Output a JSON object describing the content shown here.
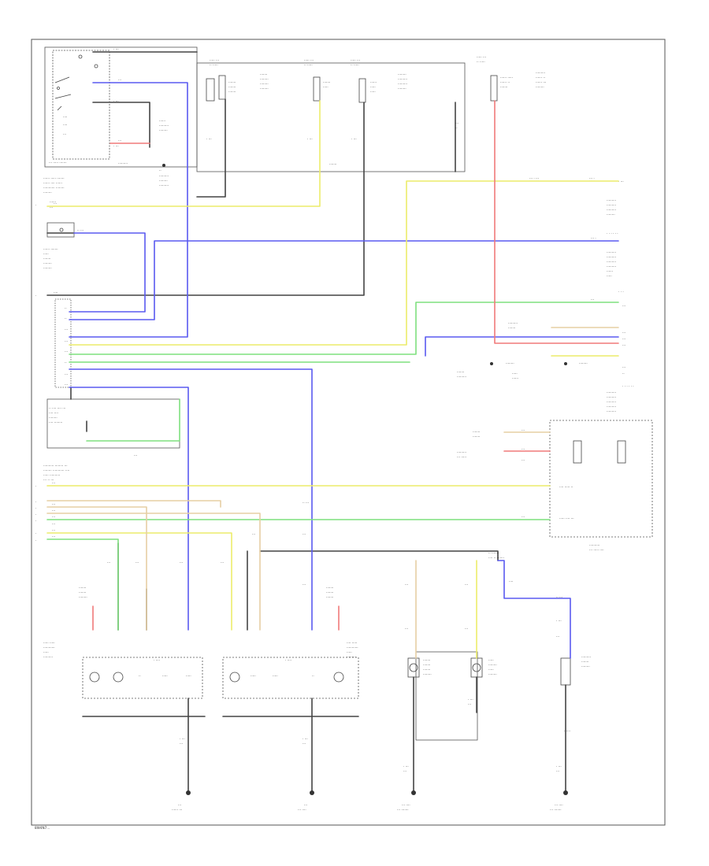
{
  "footer_code": "8W4N7...",
  "colors": {
    "blue": "#5a5af0",
    "yellow": "#ecec6a",
    "green": "#7ee07e",
    "red": "#f07a7a",
    "tan": "#e6cfa4",
    "black": "#444444"
  },
  "ground_points": [
    "ground-left",
    "ground-center-left",
    "ground-center-right",
    "ground-right"
  ]
}
